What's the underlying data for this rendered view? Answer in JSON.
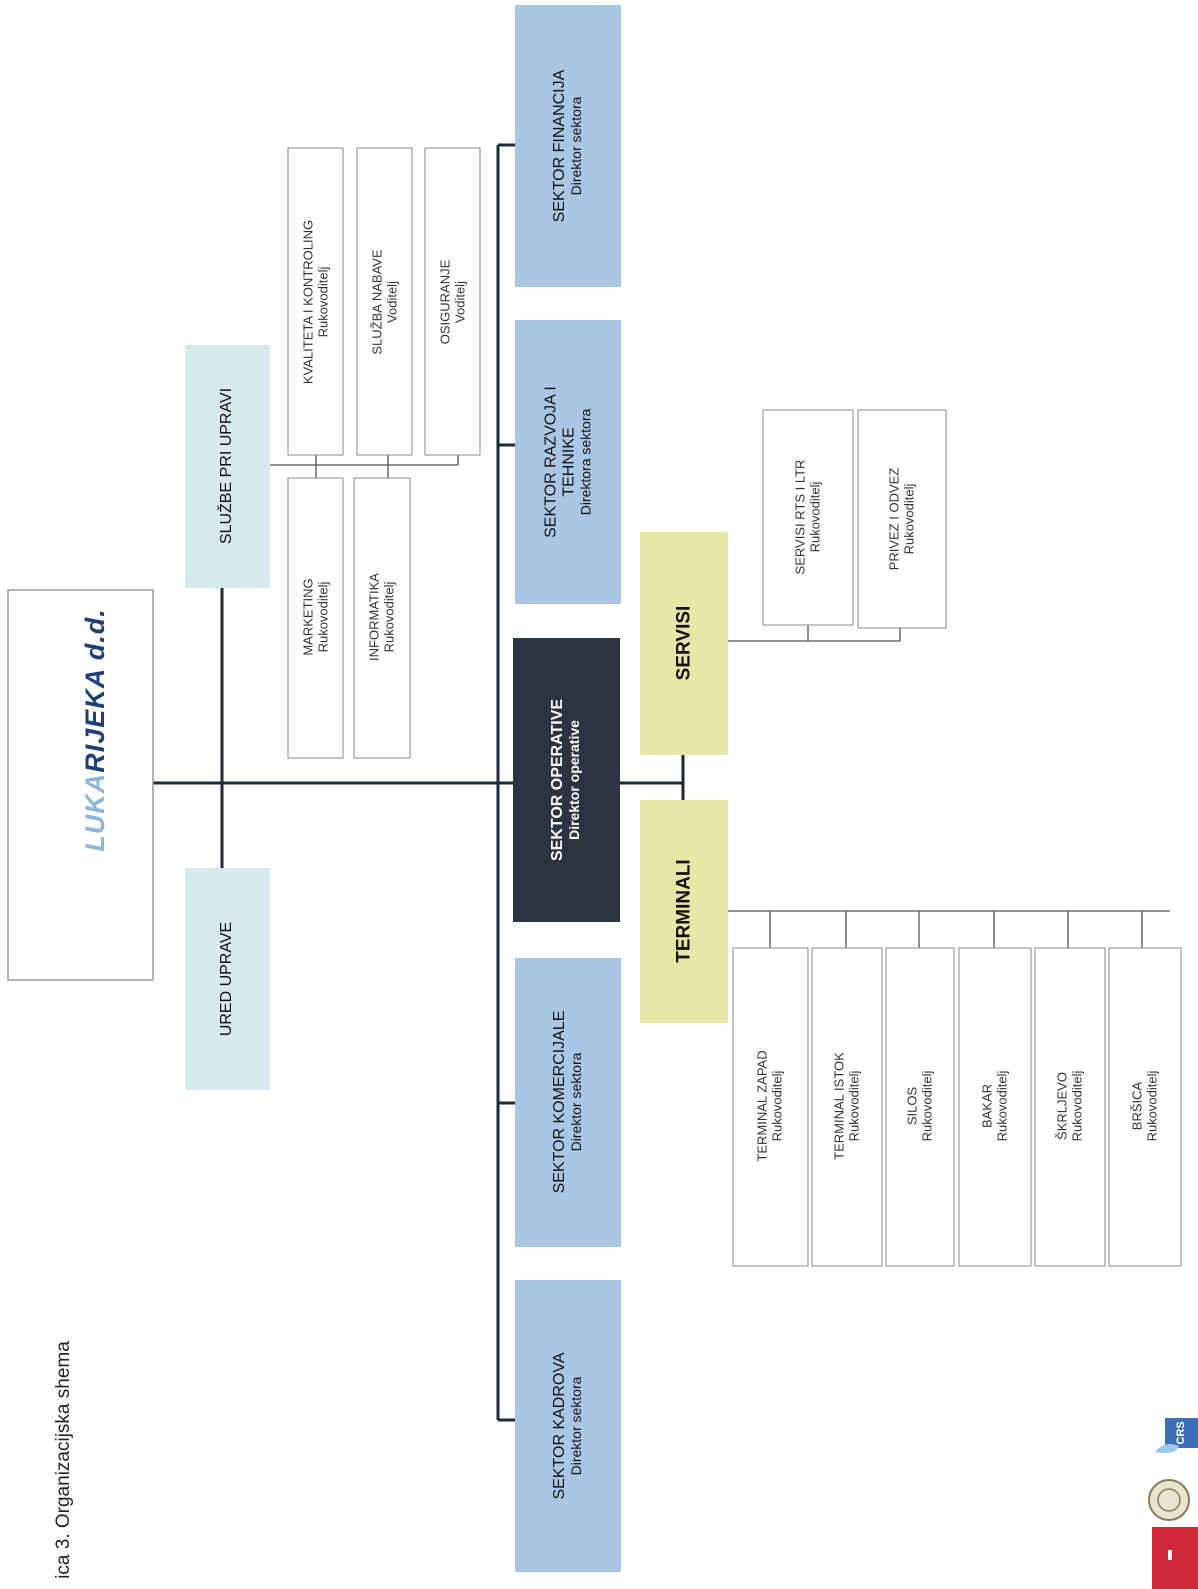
{
  "caption": "ica 3. Organizacijska shema",
  "company_logo": {
    "prefix": "LUKA",
    "name": "RIJEKA d.d."
  },
  "colors": {
    "sector_blue": "#a9c7e4",
    "operative_dark": "#2b3440",
    "yellow_green": "#e6e7a4",
    "line": "#1d2a3a",
    "box_border": "#8a8a8a"
  },
  "nodes": {
    "ured_uprave": {
      "title": "URED UPRAVE"
    },
    "sluzbe_pri_upravi": {
      "title": "SLUŽBE PRI UPRAVI"
    },
    "marketing": {
      "title": "MARKETING",
      "role": "Rukovoditelj"
    },
    "informatika": {
      "title": "INFORMATIKA",
      "role": "Rukovoditelj"
    },
    "kvaliteta": {
      "title": "KVALITETA I KONTROLING",
      "role": "Rukovoditelj"
    },
    "sluzba_nabave": {
      "title": "SLUŽBA NABAVE",
      "role": "Voditelj"
    },
    "osiguranje": {
      "title": "OSIGURANJE",
      "role": "Voditelj"
    },
    "sektor_kadrova": {
      "title": "SEKTOR KADROVA",
      "role": "Direktor sektora"
    },
    "sektor_komercijale": {
      "title": "SEKTOR KOMERCIJALE",
      "role": "Direktor sektora"
    },
    "sektor_operative": {
      "title": "SEKTOR OPERATIVE",
      "role": "Direktor operative"
    },
    "sektor_razvoja": {
      "title_line1": "SEKTOR RAZVOJA I",
      "title_line2": "TEHNIKE",
      "role": "Direktora sektora"
    },
    "sektor_financija": {
      "title": "SEKTOR FINANCIJA",
      "role": "Direktor sektora"
    },
    "servisi": {
      "title": "SERVISI"
    },
    "terminali": {
      "title": "TERMINALI"
    },
    "servisi_rts": {
      "title": "SERVISI RTS I LTR",
      "role": "Rukovoditelj"
    },
    "privez": {
      "title": "PRIVEZ I ODVEZ",
      "role": "Rukovoditelj"
    },
    "terminal_zapad": {
      "title": "TERMINAL ZAPAD",
      "role": "Rukovoditelj"
    },
    "terminal_istok": {
      "title": "TERMINAL ISTOK",
      "role": "Rukovoditelj"
    },
    "silos": {
      "title": "SILOS",
      "role": "Rukovoditelj"
    },
    "bakar": {
      "title": "BAKAR",
      "role": "Rukovoditelj"
    },
    "skrljevo": {
      "title": "ŠKRLJEVO",
      "role": "Rukovoditelj"
    },
    "brsica": {
      "title": "BRŠICA",
      "role": "Rukovoditelj"
    }
  },
  "badge_text": "CRS"
}
